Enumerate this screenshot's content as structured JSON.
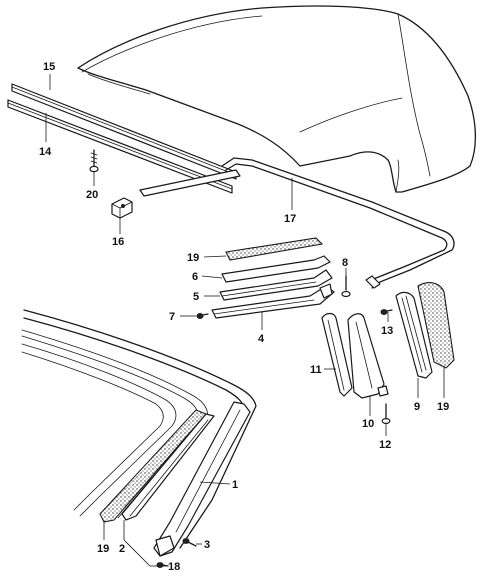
{
  "callouts": [
    {
      "id": "c15",
      "text": "15"
    },
    {
      "id": "c14",
      "text": "14"
    },
    {
      "id": "c20",
      "text": "20"
    },
    {
      "id": "c16",
      "text": "16"
    },
    {
      "id": "c17",
      "text": "17"
    },
    {
      "id": "c19a",
      "text": "19"
    },
    {
      "id": "c6",
      "text": "6"
    },
    {
      "id": "c8",
      "text": "8"
    },
    {
      "id": "c5",
      "text": "5"
    },
    {
      "id": "c7",
      "text": "7"
    },
    {
      "id": "c4",
      "text": "4"
    },
    {
      "id": "c13",
      "text": "13"
    },
    {
      "id": "c11",
      "text": "11"
    },
    {
      "id": "c10",
      "text": "10"
    },
    {
      "id": "c9",
      "text": "9"
    },
    {
      "id": "c19b",
      "text": "19"
    },
    {
      "id": "c12",
      "text": "12"
    },
    {
      "id": "c1",
      "text": "1"
    },
    {
      "id": "c19c",
      "text": "19"
    },
    {
      "id": "c2",
      "text": "2"
    },
    {
      "id": "c3",
      "text": "3"
    },
    {
      "id": "c18",
      "text": "18"
    }
  ]
}
